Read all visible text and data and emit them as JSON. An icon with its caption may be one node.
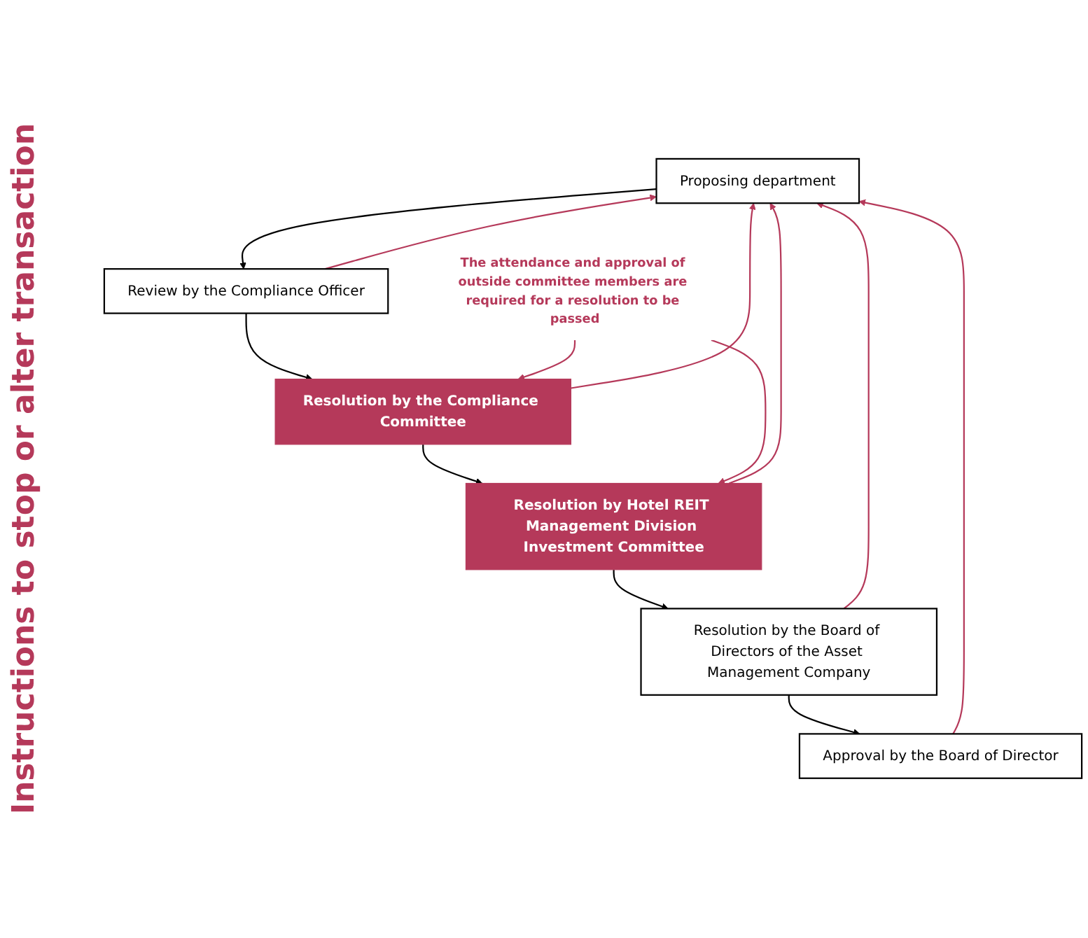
{
  "diagram": {
    "nodes": [
      {
        "text": [
          "Proposing department"
        ]
      },
      {
        "text": [
          "Review by the Compliance Officer"
        ]
      },
      {
        "text": [
          "Resolution by the Compliance Committee"
        ]
      },
      {
        "text": [
          "Resolution by Hotel REIT Management Division Investment Committee"
        ]
      },
      {
        "text": [
          "Resolution by the Board of Directors of the Asset Management Company"
        ]
      },
      {
        "text": [
          "Approval by the Board of Director"
        ]
      },
      {
        "text": [
          "The attendance and approval of outside committee members are required for a resolution to be passed"
        ]
      }
    ],
    "edges": [
      {
        "from": 0,
        "to": 1,
        "arrow": "to",
        "color": "#000000"
      },
      {
        "from": 1,
        "to": 2,
        "arrow": "to",
        "color": "#000000"
      },
      {
        "from": 2,
        "to": 3,
        "arrow": "to",
        "color": "#000000"
      },
      {
        "from": 3,
        "to": 4,
        "arrow": "to",
        "color": "#000000"
      },
      {
        "from": 4,
        "to": 5,
        "arrow": "to",
        "color": "#000000"
      },
      {
        "from": 1,
        "to": 0,
        "arrow": "to"
      },
      {
        "from": 2,
        "to": 0,
        "arrow": "to"
      },
      {
        "from": 3,
        "to": 0,
        "arrow": "to"
      },
      {
        "from": 4,
        "to": 0,
        "arrow": "to"
      },
      {
        "from": 5,
        "to": 0,
        "arrow": "to"
      },
      {
        "from": 6,
        "to": 2,
        "arrow": "to"
      },
      {
        "from": 6,
        "to": 3,
        "arrow": "to"
      }
    ],
    "labels": [
      "Instructions to stop or alter transaction"
    ]
  }
}
